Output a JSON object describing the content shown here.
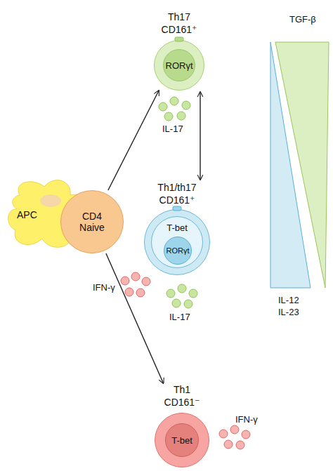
{
  "diagram": {
    "nodes": [
      {
        "text": [
          "Th17 CD161⁺"
        ]
      },
      {
        "text": [
          "RORγt"
        ],
        "in": 0
      },
      {
        "text": [
          "APC"
        ]
      },
      {
        "text": [
          "CD4 Naive"
        ]
      },
      {
        "text": [
          "Th1/th17 CD161⁺"
        ]
      },
      {
        "text": [
          "T-bet"
        ],
        "in": 4
      },
      {
        "text": [
          "RORγt"
        ],
        "in": 5
      },
      {
        "text": [
          "Th1 CD161⁻"
        ]
      },
      {
        "text": [
          "T-bet"
        ],
        "in": 7
      }
    ],
    "edges": [
      {
        "from": 3,
        "to": 0,
        "arrow": "to"
      },
      {
        "from": 0,
        "to": 4,
        "arrow": "both"
      },
      {
        "from": 3,
        "to": 7,
        "arrow": "to"
      }
    ],
    "labels": [
      "IL-17",
      "IFN-γ",
      "IL-17",
      "IFN-γ",
      "TGF-β",
      "IL-12",
      "IL-23"
    ]
  }
}
